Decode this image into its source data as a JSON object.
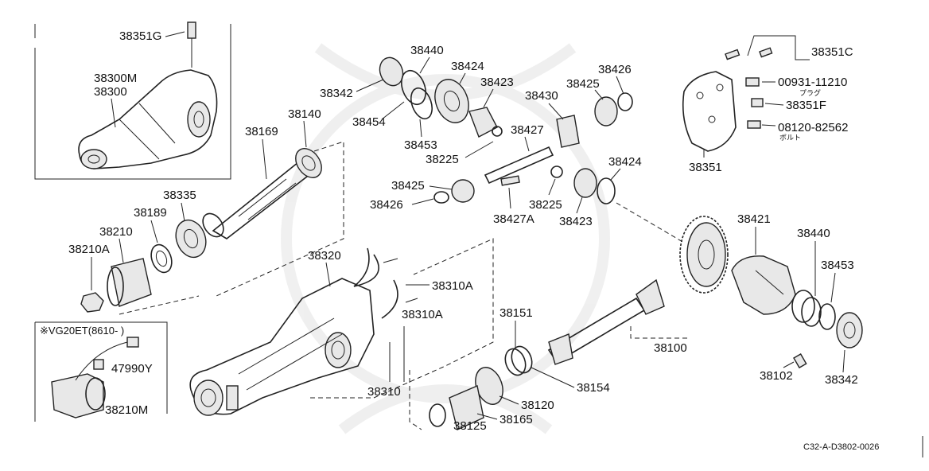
{
  "diagram": {
    "labels": {
      "p38351G": "38351G",
      "p38300M": "38300M",
      "p38300": "38300",
      "p38169a": "38169",
      "p38140": "38140",
      "p38335": "38335",
      "p38189": "38189",
      "p38210": "38210",
      "p38210A": "38210A",
      "p38342a": "38342",
      "p38440a": "38440",
      "p38424a": "38424",
      "p38423a": "38423",
      "p38454": "38454",
      "p38453a": "38453",
      "p38225a": "38225",
      "p38427": "38427",
      "p38430": "38430",
      "p38425a": "38425",
      "p38426a": "38426",
      "p38425b": "38425",
      "p38426b": "38426",
      "p38427A": "38427A",
      "p38225b": "38225",
      "p38423b": "38423",
      "p38424b": "38424",
      "p38351C": "38351C",
      "p00931": "00931-11210",
      "p38351F": "38351F",
      "p08120": "08120-82562",
      "p38351": "38351",
      "p38421": "38421",
      "p38440b": "38440",
      "p38453b": "38453",
      "p38342b": "38342",
      "p38102": "38102",
      "p38100": "38100",
      "p38320": "38320",
      "p38310Aa": "38310A",
      "p38310Ab": "38310A",
      "p38310": "38310",
      "p38151": "38151",
      "p38154": "38154",
      "p38120": "38120",
      "p38165": "38165",
      "p38125": "38125",
      "vgNote": "※VG20ET(8610-  )",
      "p47990Y": "47990Y",
      "p38210M": "38210M",
      "plugJp": "プラグ",
      "boltJp": "ボルト",
      "refCode": "C32-A-D3802-0026"
    }
  }
}
